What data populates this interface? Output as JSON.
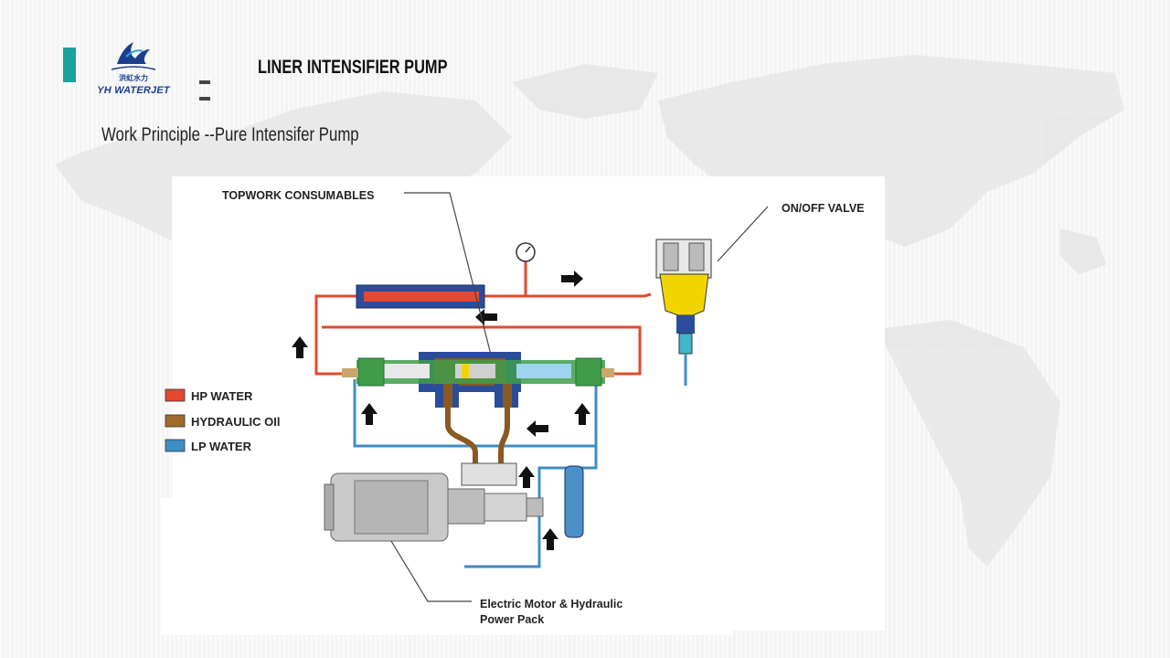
{
  "header": {
    "logo": {
      "brand": "YH WATERJET",
      "chinese": "洪虹水力"
    },
    "title": "LINER INTENSIFIER PUMP",
    "accent_color": "#1aa39a"
  },
  "subtitle": "Work Principle --Pure Intensifer Pump",
  "diagram": {
    "labels": {
      "topwork": "TOPWORK CONSUMABLES",
      "onoff_valve": "ON/OFF VALVE",
      "motor_line1": "Electric Motor & Hydraulic",
      "motor_line2": "Power Pack"
    },
    "legend": [
      {
        "label": "HP WATER",
        "color": "#e2492f"
      },
      {
        "label": "HYDRAULIC OIl",
        "color": "#a06a2c"
      },
      {
        "label": "LP WATER",
        "color": "#3e8ec4"
      }
    ]
  }
}
